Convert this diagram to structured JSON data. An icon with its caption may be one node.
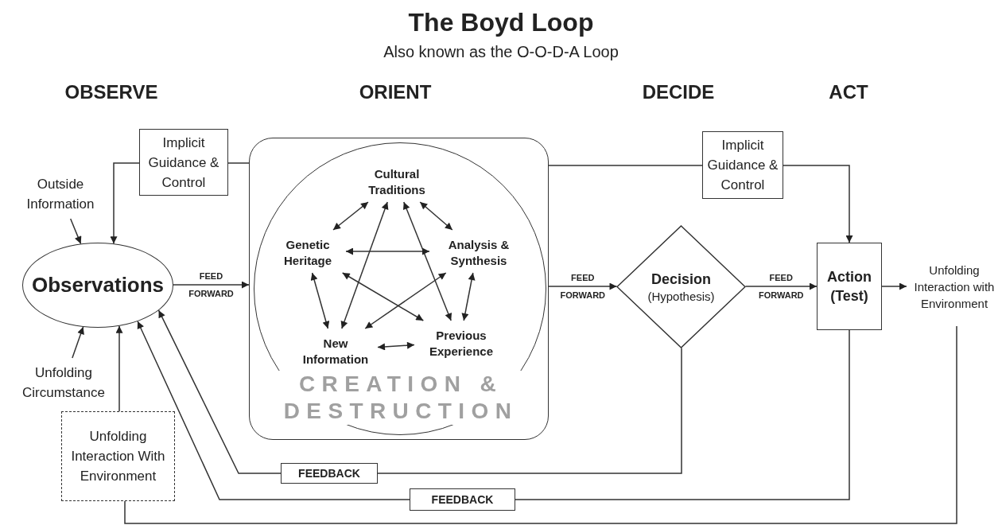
{
  "diagram": {
    "title": "The Boyd Loop",
    "nodes": [
      {
        "text": [
          "Observations"
        ]
      },
      {
        "text": [
          "Implicit Guidance & Control"
        ]
      },
      {
        "text": [
          "Outside Information"
        ]
      },
      {
        "text": [
          "Unfolding Circumstance"
        ]
      },
      {
        "text": [
          "Unfolding Interaction With Environment"
        ]
      },
      {
        "text": [],
        "shape": "box"
      },
      {
        "text": [
          "CREATION & DESTRUCTION"
        ],
        "in": 5
      },
      {
        "text": [
          "Cultural Traditions"
        ],
        "in": 6
      },
      {
        "text": [
          "Genetic Heritage"
        ],
        "in": 6
      },
      {
        "text": [
          "Analysis & Synthesis"
        ],
        "in": 6
      },
      {
        "text": [
          "New Information"
        ],
        "in": 6
      },
      {
        "text": [
          "Previous Experience"
        ],
        "in": 6
      },
      {
        "text": [
          "Decision",
          "(Hypothesis)"
        ]
      },
      {
        "text": [
          "Implicit Guidance & Control"
        ]
      },
      {
        "text": [
          "Action (Test)"
        ]
      },
      {
        "text": [
          "Unfolding Interaction with Environment"
        ]
      },
      {
        "text": [
          "FEEDBACK"
        ]
      },
      {
        "text": [
          "FEEDBACK"
        ]
      }
    ],
    "edges": [
      {
        "from": 7,
        "to": 8,
        "arrow": "both"
      },
      {
        "from": 7,
        "to": 9,
        "arrow": "both"
      },
      {
        "from": 7,
        "to": 10,
        "arrow": "both"
      },
      {
        "from": 7,
        "to": 11,
        "arrow": "both"
      },
      {
        "from": 8,
        "to": 9,
        "arrow": "both"
      },
      {
        "from": 8,
        "to": 10,
        "arrow": "both"
      },
      {
        "from": 8,
        "to": 11,
        "arrow": "both"
      },
      {
        "from": 9,
        "to": 10,
        "arrow": "both"
      },
      {
        "from": 9,
        "to": 11,
        "arrow": "both"
      },
      {
        "from": 10,
        "to": 11,
        "arrow": "both"
      },
      {
        "from": 0,
        "to": 5,
        "arrow": "to",
        "label": "FEED FORWARD"
      },
      {
        "from": 5,
        "to": 12,
        "arrow": "to",
        "label": "FEED FORWARD"
      },
      {
        "from": 12,
        "to": 14,
        "arrow": "to",
        "label": "FEED FORWARD"
      },
      {
        "from": 14,
        "to": 15,
        "arrow": "to"
      },
      {
        "from": 15,
        "to": 4,
        "arrow": "none"
      },
      {
        "from": 12,
        "to": 16,
        "arrow": "none"
      },
      {
        "from": 16,
        "to": 0,
        "arrow": "to"
      },
      {
        "from": 14,
        "to": 17,
        "arrow": "none"
      },
      {
        "from": 17,
        "to": 0,
        "arrow": "to"
      },
      {
        "from": 1,
        "to": 0,
        "arrow": "to"
      },
      {
        "from": 5,
        "to": 1,
        "arrow": "none"
      },
      {
        "from": 5,
        "to": 13,
        "arrow": "none"
      },
      {
        "from": 13,
        "to": 14,
        "arrow": "to"
      },
      {
        "from": 2,
        "to": 0,
        "arrow": "to"
      },
      {
        "from": 3,
        "to": 0,
        "arrow": "to"
      },
      {
        "from": 4,
        "to": 0,
        "arrow": "to"
      }
    ],
    "labels": [
      "Also known as the O-O-D-A Loop",
      "OBSERVE",
      "ORIENT",
      "DECIDE",
      "ACT"
    ]
  }
}
